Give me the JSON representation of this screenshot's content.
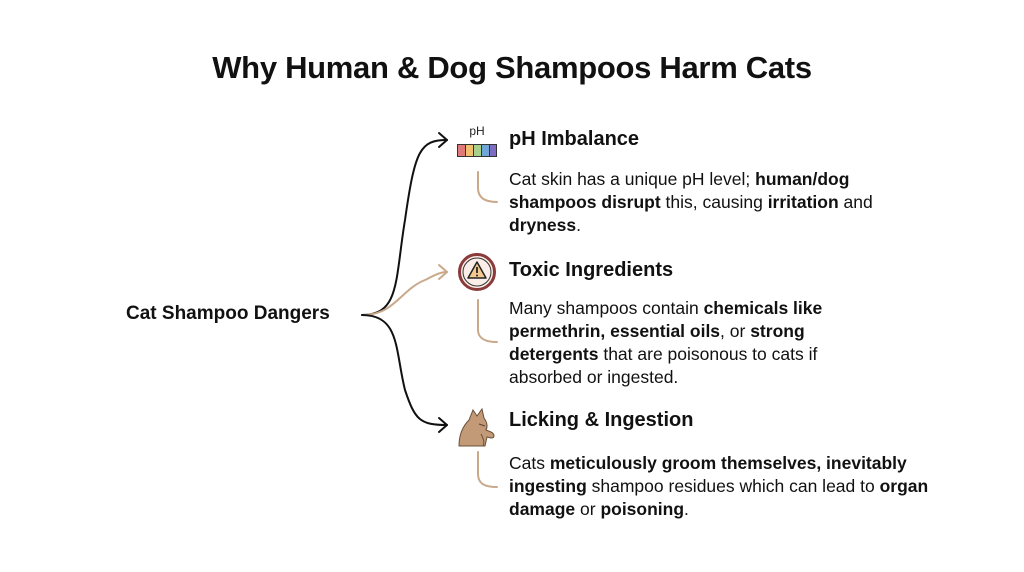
{
  "title": "Why Human & Dog Shampoos Harm Cats",
  "root": {
    "label": "Cat Shampoo Dangers"
  },
  "colors": {
    "accent": "#c9a98a",
    "line": "#111111",
    "warning_ring": "#8b3a3a",
    "warning_fill": "#f2c98f",
    "cat": "#c29a78"
  },
  "branches": [
    {
      "icon": "ph-scale-icon",
      "icon_label": "pH",
      "heading": "pH Imbalance",
      "desc": [
        {
          "t": "Cat skin has a unique pH level; ",
          "b": false
        },
        {
          "t": "human/dog shampoos disrupt",
          "b": true
        },
        {
          "t": " this, causing ",
          "b": false
        },
        {
          "t": "irritation",
          "b": true
        },
        {
          "t": " and ",
          "b": false
        },
        {
          "t": "dryness",
          "b": true
        },
        {
          "t": ".",
          "b": false
        }
      ]
    },
    {
      "icon": "warning-icon",
      "heading": "Toxic Ingredients",
      "desc": [
        {
          "t": "Many shampoos contain ",
          "b": false
        },
        {
          "t": "chemicals like permethrin, essential oils",
          "b": true
        },
        {
          "t": ", or ",
          "b": false
        },
        {
          "t": "strong detergents",
          "b": true
        },
        {
          "t": " that are poisonous to cats if absorbed or ingested.",
          "b": false
        }
      ]
    },
    {
      "icon": "grooming-cat-icon",
      "heading": "Licking & Ingestion",
      "desc": [
        {
          "t": "Cats ",
          "b": false
        },
        {
          "t": "meticulously groom themselves, inevitably ingesting",
          "b": true
        },
        {
          "t": " shampoo residues which can lead to ",
          "b": false
        },
        {
          "t": "organ damage",
          "b": true
        },
        {
          "t": " or ",
          "b": false
        },
        {
          "t": "poisoning",
          "b": true
        },
        {
          "t": ".",
          "b": false
        }
      ]
    }
  ]
}
